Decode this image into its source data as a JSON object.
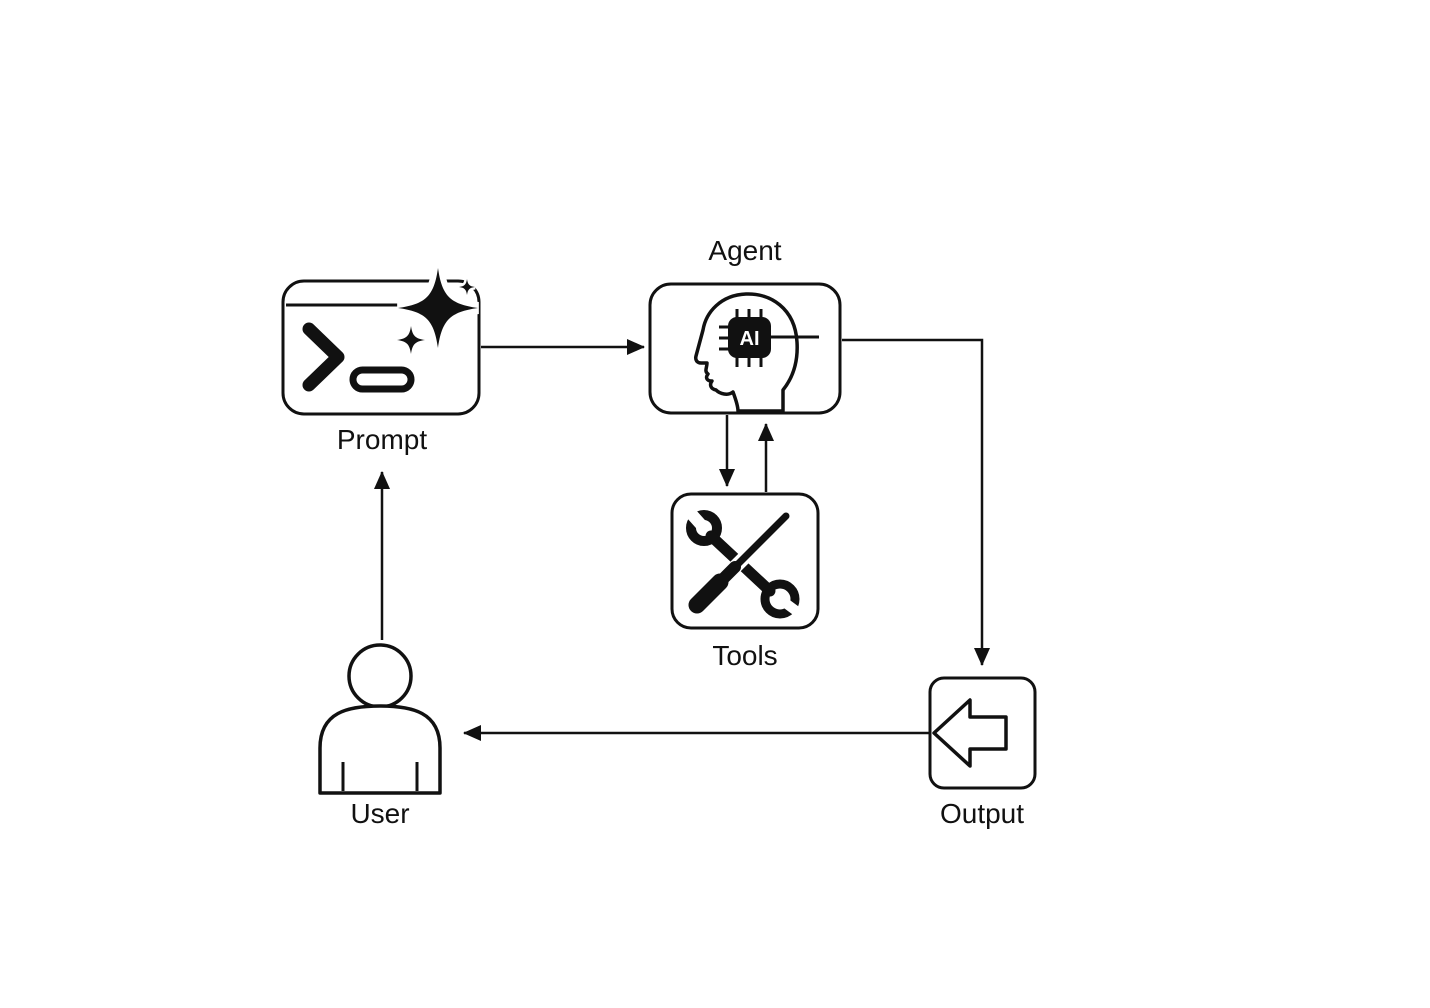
{
  "diagram": {
    "type": "flowchart",
    "background": "#ffffff",
    "stroke_color": "#111111",
    "nodes": {
      "prompt": {
        "label": "Prompt",
        "icon": "terminal-sparkle"
      },
      "agent": {
        "label": "Agent",
        "icon": "ai-head-chip"
      },
      "tools": {
        "label": "Tools",
        "icon": "wrench-screwdriver"
      },
      "output": {
        "label": "Output",
        "icon": "exit-arrow"
      },
      "user": {
        "label": "User",
        "icon": "person"
      }
    },
    "agent_chip_text": "AI",
    "edges": [
      {
        "from": "prompt",
        "to": "agent"
      },
      {
        "from": "agent",
        "to": "tools"
      },
      {
        "from": "tools",
        "to": "agent"
      },
      {
        "from": "agent",
        "to": "output"
      },
      {
        "from": "output",
        "to": "user"
      },
      {
        "from": "user",
        "to": "prompt"
      }
    ]
  }
}
